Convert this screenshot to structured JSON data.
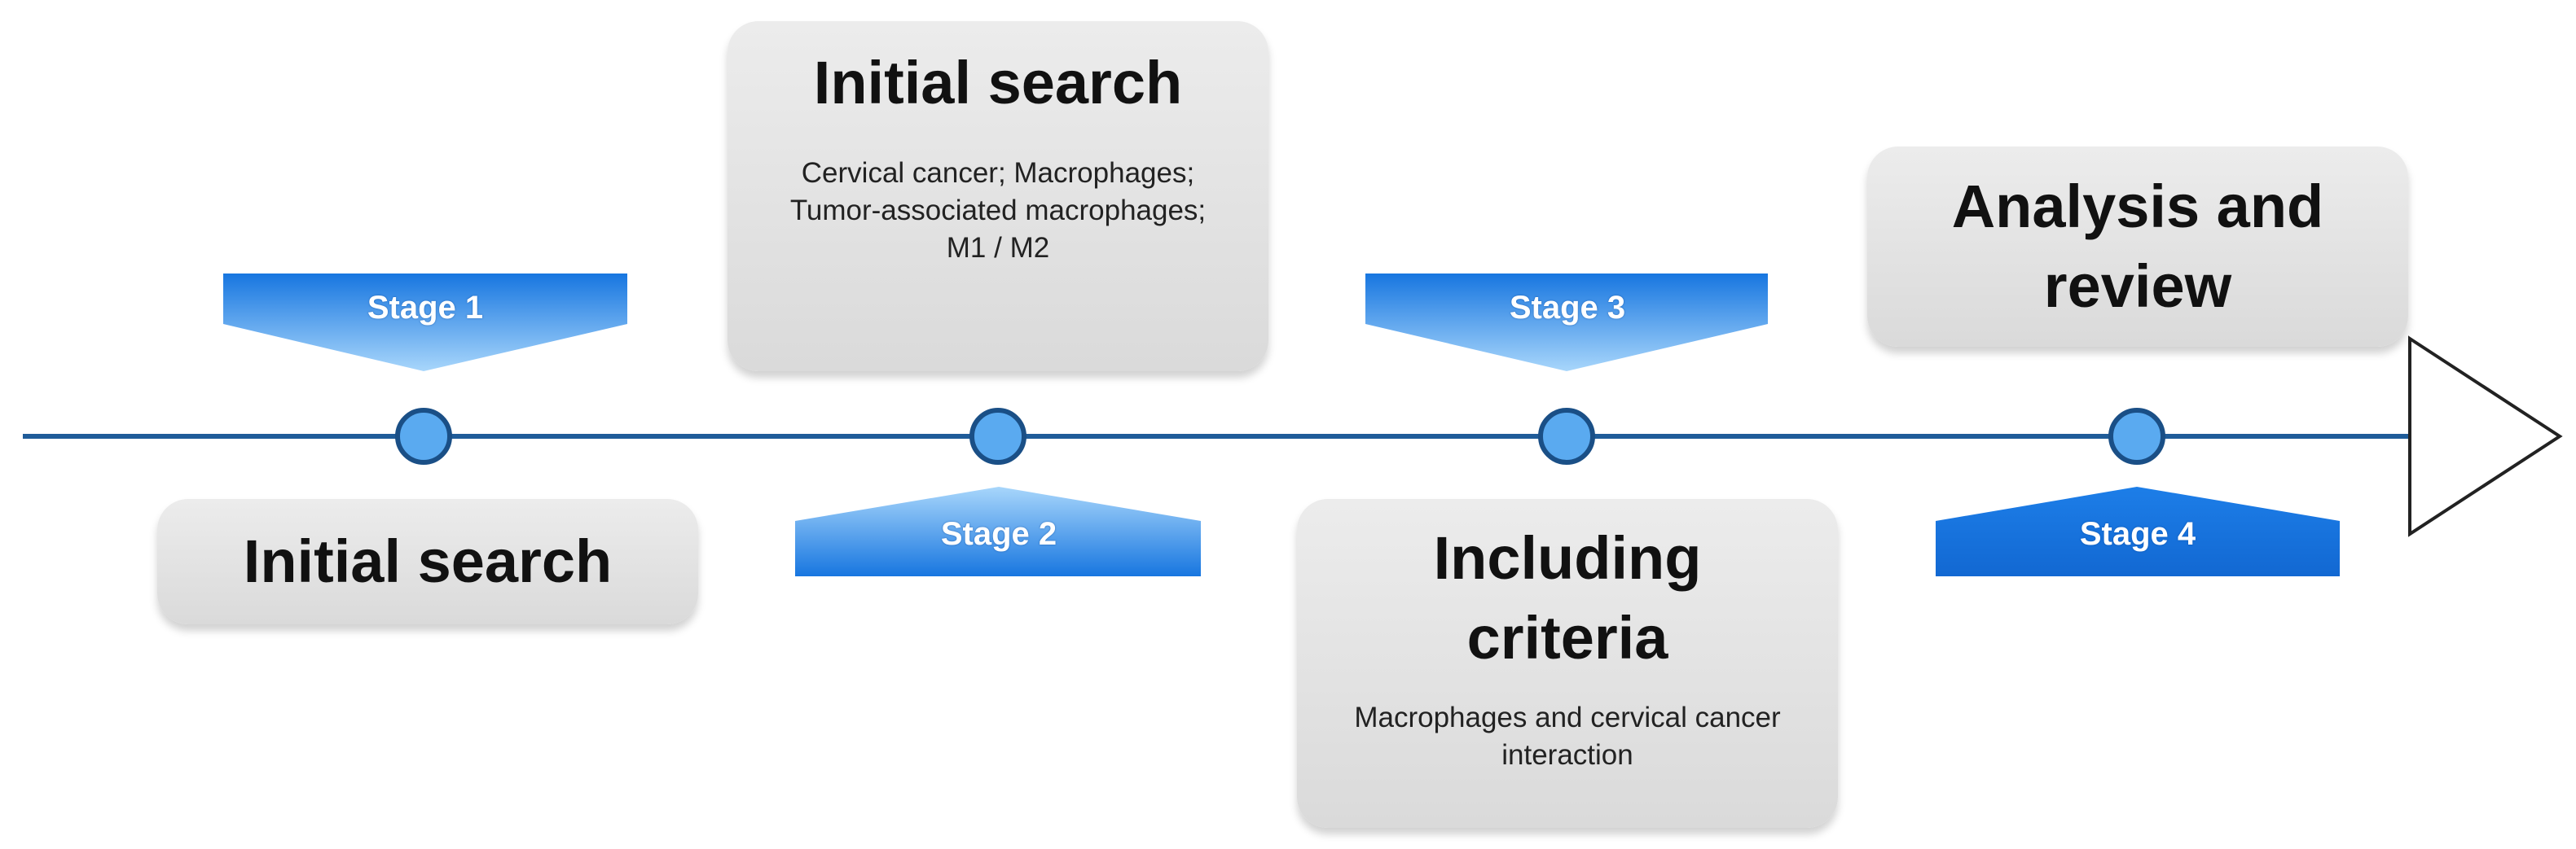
{
  "colors": {
    "line": "#1f5c99",
    "node_fill": "#5aaaf0",
    "node_stroke": "#1a4f86",
    "banner_light": "#9fd0fa",
    "banner_dark": "#1776e0",
    "box_fill": "#e2e2e2"
  },
  "stages": [
    {
      "label": "Stage 1",
      "title": "Initial search",
      "detail": ""
    },
    {
      "label": "Stage 2",
      "title": "Initial search",
      "detail": "Cervical cancer; Macrophages;\nTumor-associated macrophages;\nM1 / M2"
    },
    {
      "label": "Stage 3",
      "title": "Including\ncriteria",
      "detail": "Macrophages and cervical cancer\ninteraction"
    },
    {
      "label": "Stage 4",
      "title": "Analysis and\nreview",
      "detail": ""
    }
  ]
}
